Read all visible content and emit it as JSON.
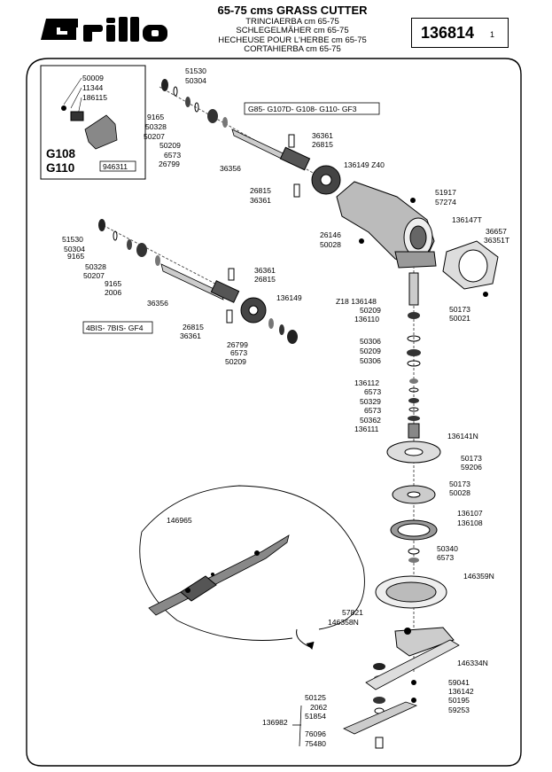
{
  "header": {
    "brand": "Grillo",
    "title": "65-75 cms GRASS CUTTER",
    "subtitles": [
      "TRINCIAERBA cm 65-75",
      "SCHLEGELMÄHER cm 65-75",
      "HECHEUSE POUR L'HERBE cm 65-75",
      "CORTAHIERBA cm 65-75"
    ],
    "part_number": "136814",
    "page": "1"
  },
  "inset": {
    "labels": [
      "50009",
      "11344",
      "186115"
    ],
    "models": [
      "G108",
      "G110"
    ],
    "ref": "946311"
  },
  "model_tags": {
    "gearbox_a": "G85- G107D- G108- G110- GF3",
    "gearbox_b": "4BIS- 7BIS- GF4"
  },
  "labels": {
    "upper_shaft_top": [
      "51530",
      "50304"
    ],
    "upper_shaft_left": [
      "9165",
      "50328",
      "50207"
    ],
    "upper_shaft_mid": [
      "50209",
      "6573",
      "26799"
    ],
    "shaft_a": "36356",
    "pin_a": [
      "36361",
      "26815"
    ],
    "gear_a": "136149 Z40",
    "pin_a2": [
      "26815",
      "36361"
    ],
    "housing": [
      "51917",
      "57274",
      "136147T"
    ],
    "cover": [
      "36657",
      "36351T"
    ],
    "bolt_left": [
      "26146",
      "50028"
    ],
    "lower_left": [
      "51530",
      "50304",
      "9165",
      "50328",
      "50207",
      "9165",
      "2006"
    ],
    "shaft_b": "36356",
    "pin_b": [
      "36361",
      "26815"
    ],
    "gear_b": "136149",
    "pin_b2": [
      "26815",
      "36361"
    ],
    "gear_b_stack": [
      "26799",
      "6573",
      "50209"
    ],
    "pinion": "Z18 136148",
    "vertical_stack": [
      "50209",
      "136110",
      "50306",
      "50209",
      "50306",
      "136112",
      "6573",
      "50329",
      "6573",
      "50362",
      "136111"
    ],
    "cover_bolts": [
      "50173",
      "50021"
    ],
    "flange": "136141N",
    "flange_bolts": [
      "50173",
      "59206",
      "50173",
      "50028"
    ],
    "seal": [
      "136107",
      "136108"
    ],
    "washer_stack": [
      "50340",
      "6573"
    ],
    "dish": "146359N",
    "hub": [
      "57821",
      "146358N"
    ],
    "blade_holder": "146334N",
    "holder_bolts": [
      "59041",
      "136142",
      "50195",
      "59253"
    ],
    "knife_group_left": [
      "50125",
      "2062",
      "51854"
    ],
    "knife_group": "136982",
    "knife_bottom": [
      "76096",
      "75480"
    ],
    "blade_detail": "146965"
  }
}
